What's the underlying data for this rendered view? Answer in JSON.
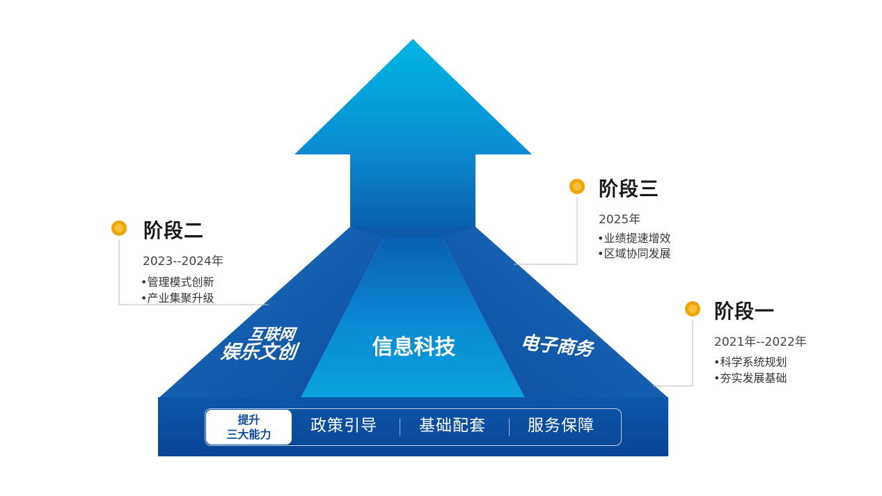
{
  "stages": [
    {
      "title": "阶段二",
      "year": "2023--2024年",
      "items": [
        "•管理模式创新",
        "•产业集聚升级"
      ]
    },
    {
      "title": "阶段三",
      "year": "2025年",
      "items": [
        "•业绩提速增效",
        "•区域协同发展"
      ]
    },
    {
      "title": "阶段一",
      "year": "2021年--2022年",
      "items": [
        "•科学系统规划",
        "•夯实发展基础"
      ]
    }
  ],
  "faces": {
    "left_line1": "互联网",
    "left_line2": "娱乐文创",
    "center": "信息科技",
    "right": "电子商务"
  },
  "capabilities": {
    "badge_line1": "提升",
    "badge_line2": "三大能力",
    "items": [
      "政策引导",
      "基础配套",
      "服务保障"
    ]
  },
  "colors": {
    "accent_orange": "#f0a500",
    "arrow_top": "#00b4e0",
    "arrow_bottom": "#0a56a8",
    "base_dark": "#0b4a9c"
  }
}
